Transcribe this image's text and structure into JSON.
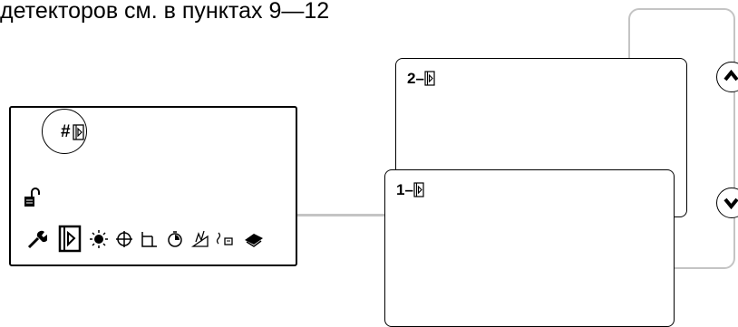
{
  "caption": "детекторов см. в пунктах 9—12",
  "device": {
    "label": "#",
    "menu_icons": [
      "wrench-icon",
      "detector-icon",
      "sun-icon",
      "target-icon",
      "floor-icon",
      "timer-icon",
      "chart-icon",
      "signal-icon",
      "diamond-icon"
    ],
    "selected_icon": "detector-icon"
  },
  "windows": [
    {
      "label": "2–"
    },
    {
      "label": "1–"
    }
  ],
  "colors": {
    "border": "#000000",
    "connector": "#c4c4c4"
  }
}
